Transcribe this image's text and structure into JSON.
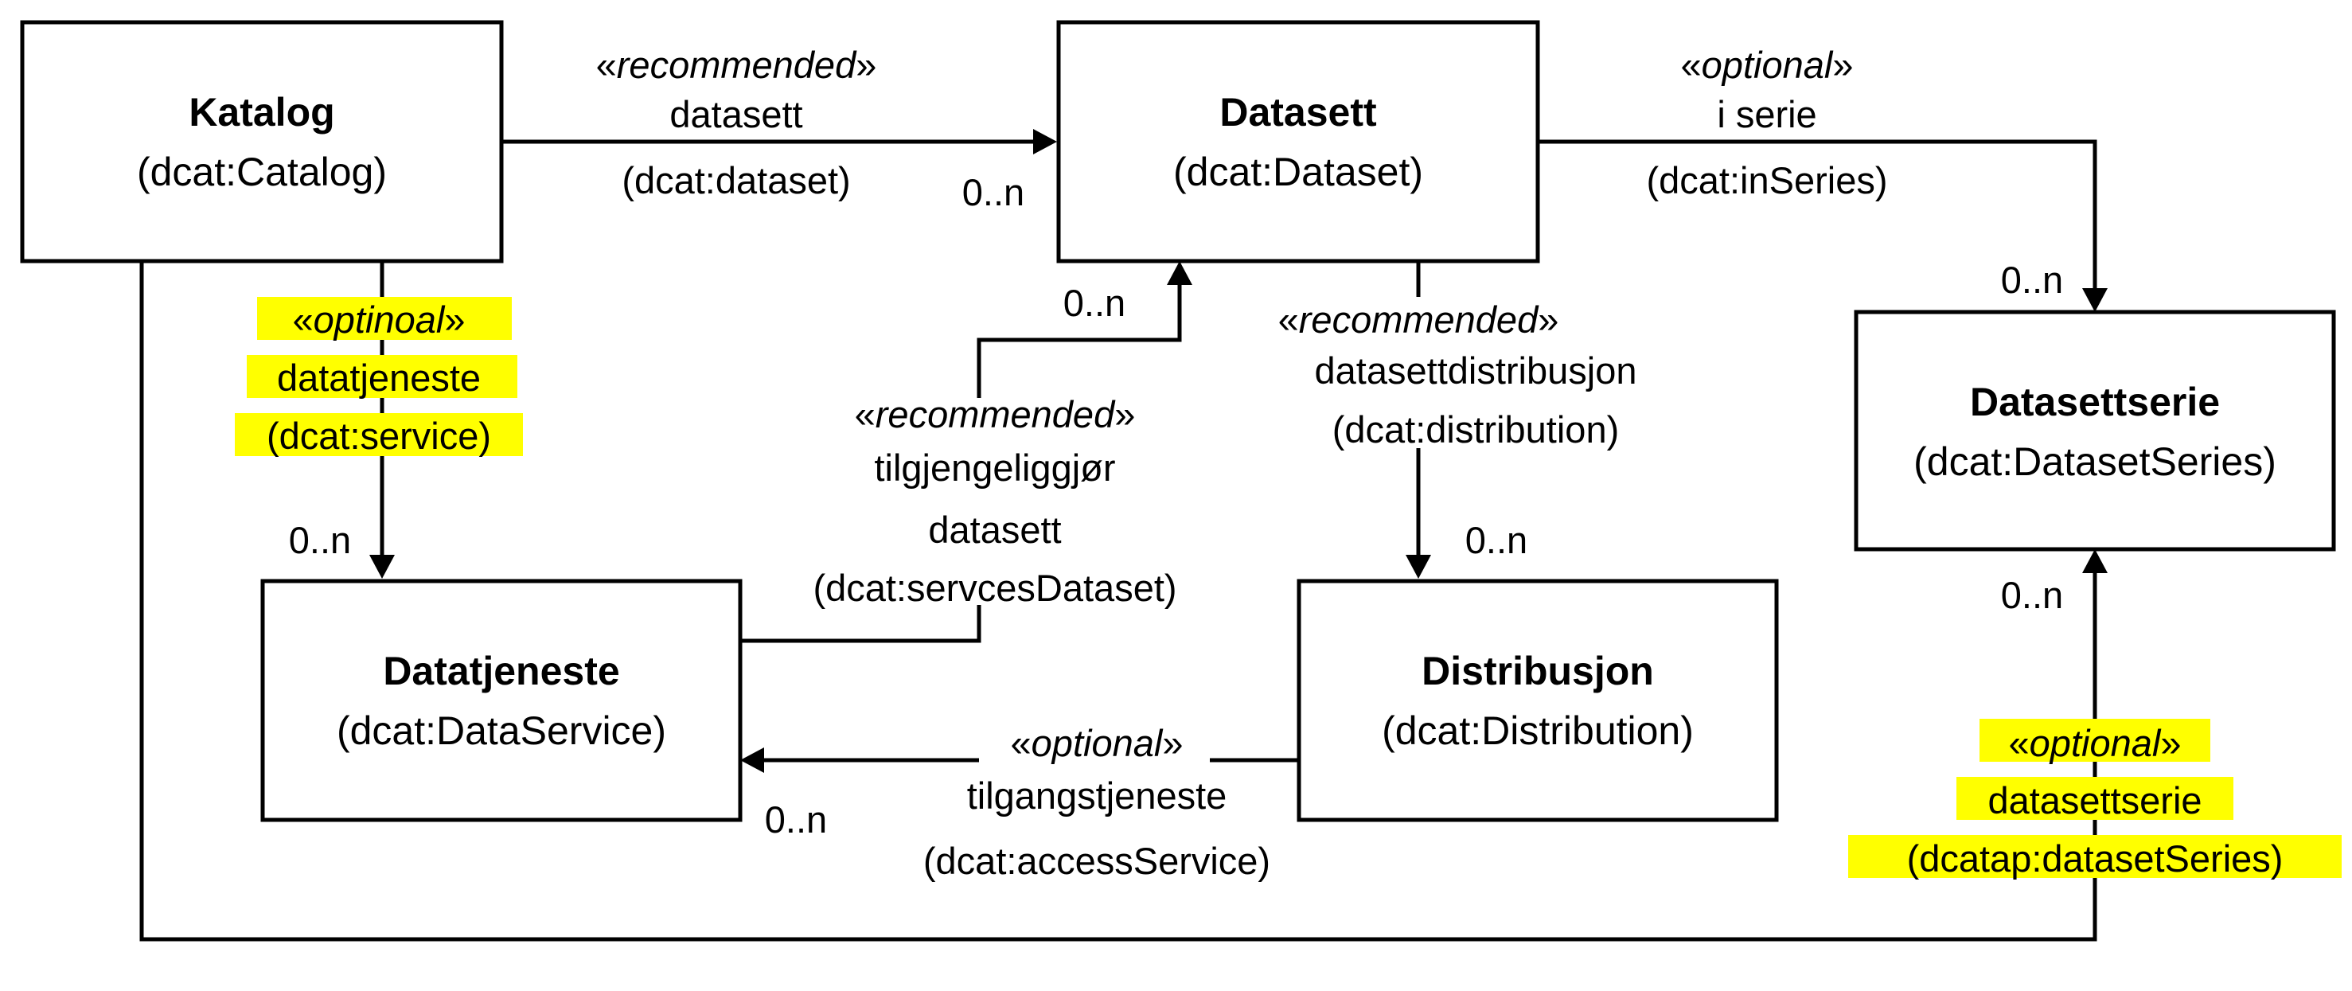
{
  "nodes": {
    "katalog": {
      "name": "Katalog",
      "type": "(dcat:Catalog)"
    },
    "datasett": {
      "name": "Datasett",
      "type": "(dcat:Dataset)"
    },
    "datasettserie": {
      "name": "Datasettserie",
      "type": "(dcat:DatasetSeries)"
    },
    "datatjeneste": {
      "name": "Datatjeneste",
      "type": "(dcat:DataService)"
    },
    "distribusjon": {
      "name": "Distribusjon",
      "type": "(dcat:Distribution)"
    }
  },
  "edges": {
    "catalog_dataset": {
      "stereotype": "recommended",
      "name": "datasett",
      "property": "(dcat:dataset)",
      "multiplicity": "0..n",
      "highlighted": false
    },
    "dataset_series": {
      "stereotype": "optional",
      "name": "i serie",
      "property": "(dcat:inSeries)",
      "multiplicity": "0..n",
      "highlighted": false
    },
    "catalog_service": {
      "stereotype": "optinoal",
      "name": "datatjeneste",
      "property": "(dcat:service)",
      "multiplicity": "0..n",
      "highlighted": true
    },
    "dataset_distribution": {
      "stereotype": "recommended",
      "name": "datasettdistribusjon",
      "property": "(dcat:distribution)",
      "multiplicity": "0..n",
      "highlighted": false
    },
    "service_dataset": {
      "stereotype": "recommended",
      "name_line1": "tilgjengeliggjør",
      "name_line2": "datasett",
      "property": "(dcat:servcesDataset)",
      "multiplicity": "0..n",
      "highlighted": false
    },
    "distribution_service": {
      "stereotype": "optional",
      "name": "tilgangstjeneste",
      "property": "(dcat:accessService)",
      "multiplicity": "0..n",
      "highlighted": false
    },
    "catalog_series": {
      "stereotype": "optional",
      "name": "datasettserie",
      "property": "(dcatap:datasetSeries)",
      "multiplicity": "0..n",
      "highlighted": true
    }
  },
  "guillemet_open": "«",
  "guillemet_close": "»",
  "colors": {
    "line": "#000000",
    "highlight": "#ffff00",
    "background": "#ffffff"
  }
}
